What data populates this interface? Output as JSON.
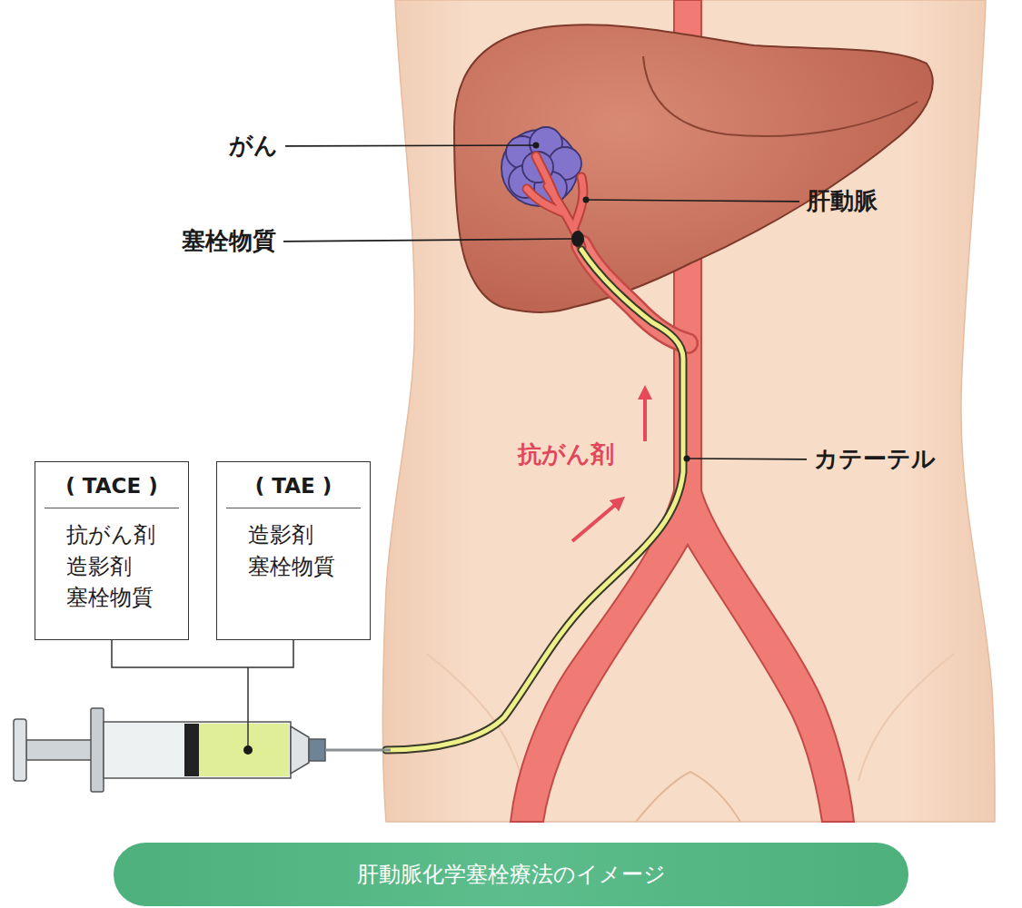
{
  "diagram": {
    "caption": "肝動脈化学塞栓療法のイメージ",
    "nodes": [
      {
        "text": [
          "( TACE )",
          "抗がん剤 造影剤 塞栓物質"
        ]
      },
      {
        "text": [
          "( TAE )",
          "造影剤 塞栓物質"
        ]
      }
    ],
    "labels": [
      "がん",
      "肝動脈",
      "塞栓物質",
      "抗がん剤",
      "カテーテル"
    ]
  }
}
